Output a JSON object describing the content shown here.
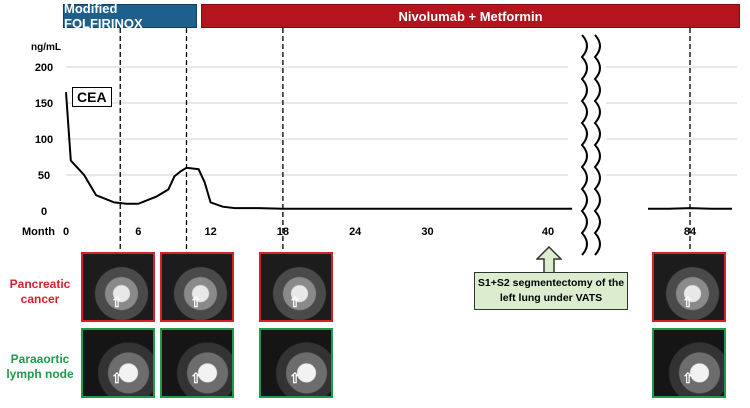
{
  "treatments": {
    "first": "Modified FOLFIRINOX",
    "second": "Nivolumab + Metformin"
  },
  "labels": {
    "pancreatic": "Pancreatic cancer",
    "lymph": "Paraaortic lymph node",
    "note": "S1+S2 segmentectomy of the left lung under VATS"
  },
  "colors": {
    "folfirinox": "#1f5f8b",
    "nivolumab": "#b3141e",
    "pancreatic": "#d9202a",
    "lymph": "#1e9a4a",
    "note_bg": "#dcedcf"
  },
  "icons": {
    "scan_arrow": "up-arrow-icon"
  },
  "chart_data": {
    "type": "line",
    "series_label": "CEA",
    "ylabel": "ng/mL",
    "xlabel": "Month",
    "ylim": [
      0,
      220
    ],
    "yticks": [
      0,
      50,
      100,
      150,
      200
    ],
    "xticks": [
      0,
      6,
      12,
      18,
      24,
      30,
      40,
      84
    ],
    "axis_break": "between 40 and 84",
    "markers_x": [
      4.5,
      10,
      18,
      84
    ],
    "cea_segments": [
      [
        [
          0,
          165
        ],
        [
          0.4,
          70
        ],
        [
          1.5,
          50
        ],
        [
          2.5,
          22
        ],
        [
          4,
          12
        ],
        [
          5,
          10
        ],
        [
          6,
          10
        ],
        [
          7.5,
          20
        ],
        [
          8.5,
          30
        ],
        [
          9,
          48
        ],
        [
          9.5,
          55
        ],
        [
          10,
          60
        ],
        [
          11,
          58
        ],
        [
          11.5,
          40
        ],
        [
          12,
          12
        ],
        [
          13,
          6
        ],
        [
          14,
          4
        ],
        [
          16,
          4
        ],
        [
          18,
          3
        ],
        [
          24,
          3
        ],
        [
          30,
          3
        ],
        [
          38,
          3
        ],
        [
          42,
          3
        ]
      ],
      [
        [
          80,
          3
        ],
        [
          82,
          3
        ],
        [
          84,
          4
        ],
        [
          86,
          3
        ],
        [
          88,
          3
        ]
      ]
    ]
  }
}
